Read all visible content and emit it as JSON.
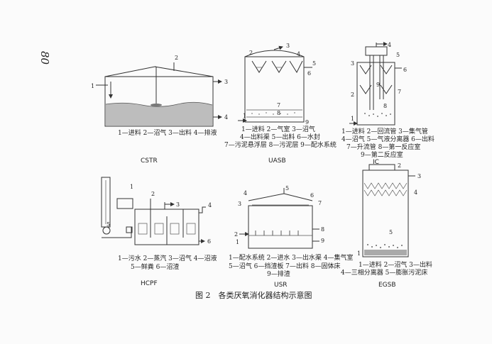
{
  "page_number": "80",
  "figure_caption": "图 2　各类厌氧消化器结构示意图",
  "cstr": {
    "title": "CSTR",
    "numbers": [
      "1",
      "2",
      "3",
      "4"
    ],
    "legend": [
      "1—进料 2—沼气 3—出料 4—排液"
    ]
  },
  "uasb": {
    "title": "UASB",
    "numbers": [
      "1",
      "2",
      "3",
      "4",
      "5",
      "6",
      "7",
      "8",
      "9"
    ],
    "legend": [
      "1—进料 2—气室 3—沼气",
      "4—出料渠 5—出料 6—水封",
      "7—污泥悬浮层 8—污泥层 9—配水系统"
    ]
  },
  "ic": {
    "title": "IC",
    "numbers": [
      "1",
      "2",
      "3",
      "4",
      "5",
      "6",
      "7",
      "8",
      "9"
    ],
    "legend": [
      "1—进料 2—回流管 3—集气管",
      "4—沼气 5—气液分离器 6—出料",
      "7—升流管 8—第一反应室",
      "9—第二反应室"
    ]
  },
  "hcpf": {
    "title": "HCPF",
    "numbers": [
      "1",
      "2",
      "3",
      "4",
      "5",
      "6"
    ],
    "legend": [
      "1—污水 2—蒸汽 3—沼气 4—沼液",
      "5—鲜粪 6—沼渣"
    ]
  },
  "usr": {
    "title": "USR",
    "numbers": [
      "1",
      "2",
      "3",
      "4",
      "5",
      "6",
      "7",
      "8",
      "9"
    ],
    "legend": [
      "1—配水系统 2—进水 3—出水渠 4—集气室",
      "5—沼气 6—挡渣板 7—出料 8—固体床",
      "9—排渣"
    ]
  },
  "egsb": {
    "title": "EGSB",
    "numbers": [
      "1",
      "2",
      "3",
      "4",
      "5"
    ],
    "legend": [
      "1—进料 2—沼气 3—出料",
      "4—三相分离器 5—膨胀污泥床"
    ]
  }
}
